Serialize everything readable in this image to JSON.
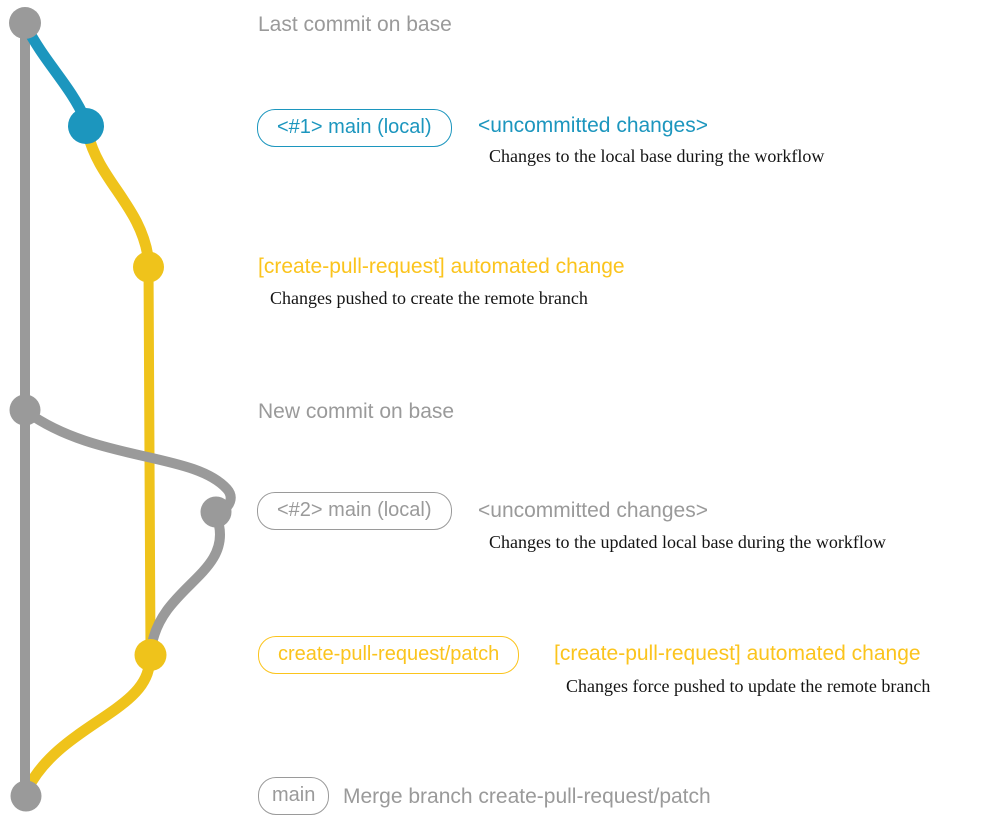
{
  "colors": {
    "gray": "#9A9A9A",
    "blue": "#1C96BE",
    "yellow": "#EFC31B",
    "yellow_text": "#FBC41D",
    "caption_text": "#141414"
  },
  "annotations": {
    "last_commit": "Last commit on base",
    "new_commit": "New commit on base"
  },
  "rows": {
    "r1": {
      "branch_label": "<#1> main (local)",
      "tag": "<uncommitted changes>",
      "caption": "Changes to the local base during the workflow"
    },
    "r2": {
      "heading": "[create-pull-request] automated change",
      "caption": "Changes pushed to create the remote branch"
    },
    "r4": {
      "branch_label": "<#2> main (local)",
      "tag": "<uncommitted changes>",
      "caption": "Changes to the updated local base during the workflow"
    },
    "r5": {
      "branch_label": "create-pull-request/patch",
      "heading": "[create-pull-request] automated change",
      "caption": "Changes force pushed to update the remote branch"
    },
    "r6": {
      "branch_label": "main",
      "message": "Merge branch create-pull-request/patch"
    }
  }
}
